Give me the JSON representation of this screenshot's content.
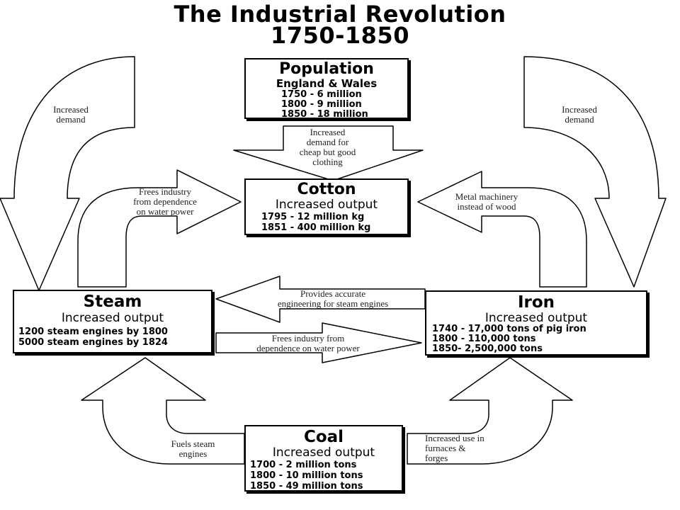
{
  "title": {
    "line1": "The Industrial Revolution",
    "line2": "1750-1850"
  },
  "population": {
    "heading": "Population",
    "subheading": "England & Wales",
    "lines": [
      "1750 - 6 million",
      "1800 - 9 million",
      "1850 - 18 million"
    ]
  },
  "cotton": {
    "heading": "Cotton",
    "subheading": "Increased output",
    "lines": [
      "1795 - 12 million kg",
      "1851 - 400 million kg"
    ]
  },
  "steam": {
    "heading": "Steam",
    "subheading": "Increased output",
    "lines": [
      "1200 steam engines by 1800",
      "5000 steam engines by 1824"
    ]
  },
  "iron": {
    "heading": "Iron",
    "subheading": "Increased output",
    "lines": [
      "1740 - 17,000 tons of pig iron",
      "1800 - 110,000 tons",
      "1850- 2,500,000 tons"
    ]
  },
  "coal": {
    "heading": "Coal",
    "subheading": "Increased output",
    "lines": [
      "1700 - 2 million tons",
      "1800 - 10 million tons",
      "1850 - 49 million tons"
    ]
  },
  "labels": {
    "left_demand": [
      "Increased",
      "demand"
    ],
    "right_demand": [
      "Increased",
      "demand"
    ],
    "pop_to_cotton": [
      "Increased",
      "demand for",
      "cheap but good",
      "clothing"
    ],
    "steam_to_cotton": [
      "Frees industry",
      "from dependence",
      "on water power"
    ],
    "iron_to_cotton": [
      "Metal machinery",
      "instead of wood"
    ],
    "iron_to_steam": [
      "Provides accurate",
      "engineering for steam engines"
    ],
    "steam_to_iron": [
      "Frees industry from",
      "dependence on water power"
    ],
    "coal_to_steam": [
      "Fuels steam",
      "engines"
    ],
    "coal_to_iron": [
      "Increased use in",
      "furnaces &",
      "forges"
    ]
  }
}
